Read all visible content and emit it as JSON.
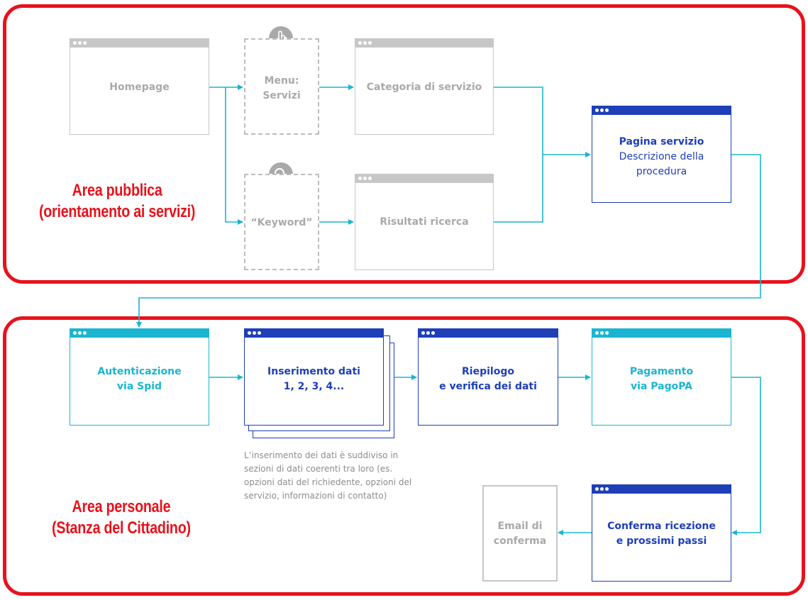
{
  "areas": {
    "public_label_line1": "Area pubblica",
    "public_label_line2": "(orientamento ai servizi)",
    "personal_label_line1": "Area personale",
    "personal_label_line2": "(Stanza del Cittadino)"
  },
  "nodes": {
    "homepage": "Homepage",
    "menu_line1": "Menu:",
    "menu_line2": "Servizi",
    "keyword": "“Keyword”",
    "categoria": "Categoria di servizio",
    "risultati": "Risultati ricerca",
    "pagina_title": "Pagina servizio",
    "pagina_line2": "Descrizione della",
    "pagina_line3": "procedura",
    "auth_line1": "Autenticazione",
    "auth_line2": "via Spid",
    "inserimento_line1": "Inserimento dati",
    "inserimento_line2": "1, 2, 3, 4...",
    "riepilogo_line1": "Riepilogo",
    "riepilogo_line2": "e verifica dei dati",
    "pagamento_line1": "Pagamento",
    "pagamento_line2": "via PagoPA",
    "conferma_line1": "Conferma ricezione",
    "conferma_line2": "e prossimi passi",
    "email_line1": "Email di",
    "email_line2": "conferma"
  },
  "note": {
    "line1": "L’inserimento dei dati è suddiviso in",
    "line2": "sezioni di dati coerenti tra loro (es.",
    "line3": "opzioni dati del richiedente, opzioni del",
    "line4": "servizio, informazioni di contatto)"
  },
  "icons": {
    "menu": "hand-pointer-icon",
    "keyword": "magnifier-icon",
    "window_dots": "window-dots-icon"
  },
  "colors": {
    "frame_red": "#e8121c",
    "grey": "#c7c7c7",
    "blue": "#1e3fb8",
    "cyan": "#1ab5d0"
  }
}
